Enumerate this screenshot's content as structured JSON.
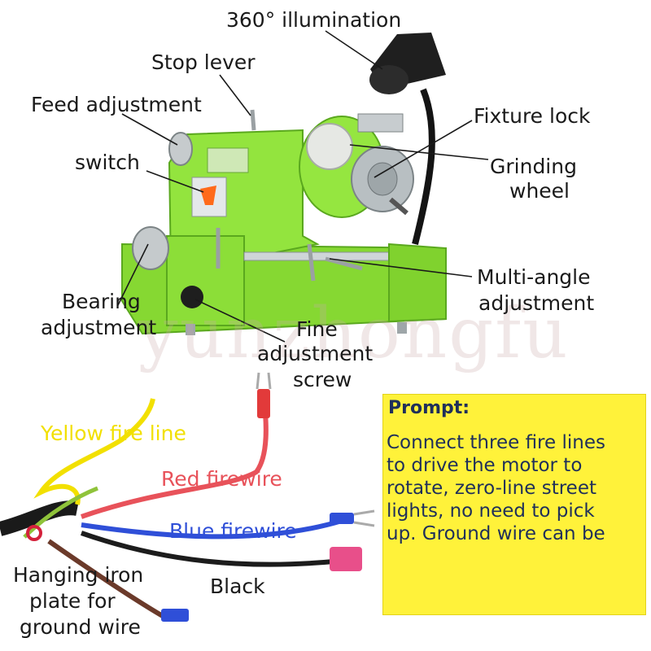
{
  "labels": {
    "illumination": "360° illumination",
    "stop_lever": "Stop lever",
    "feed_adjustment": "Feed adjustment",
    "fixture_lock": "Fixture lock",
    "switch": "switch",
    "grinding_wheel_1": "Grinding",
    "grinding_wheel_2": "wheel",
    "multi_angle_1": "Multi-angle",
    "multi_angle_2": "adjustment",
    "bearing_1": "Bearing",
    "bearing_2": "adjustment",
    "fine_1": "Fine",
    "fine_2": "adjustment",
    "fine_3": "screw"
  },
  "wires": {
    "yellow": "Yellow fire line",
    "red": "Red firewire",
    "blue": "Blue firewire",
    "black": "Black",
    "ground_1": "Hanging iron",
    "ground_2": "plate for",
    "ground_3": "ground wire"
  },
  "watermark": "yunzhongfu",
  "prompt": {
    "title": "Prompt:",
    "lines": [
      "Connect three fire lines",
      "to drive the motor to",
      "rotate, zero-line street",
      "lights, no need to pick",
      "up. Ground wire can be"
    ]
  },
  "colors": {
    "machine_green": "#8ee23a",
    "prompt_yellow": "#fff23a",
    "prompt_text": "#1f2f5a",
    "yellow_wire": "#f2e000",
    "red_wire": "#e8525a",
    "blue_wire": "#2f4fd8"
  }
}
